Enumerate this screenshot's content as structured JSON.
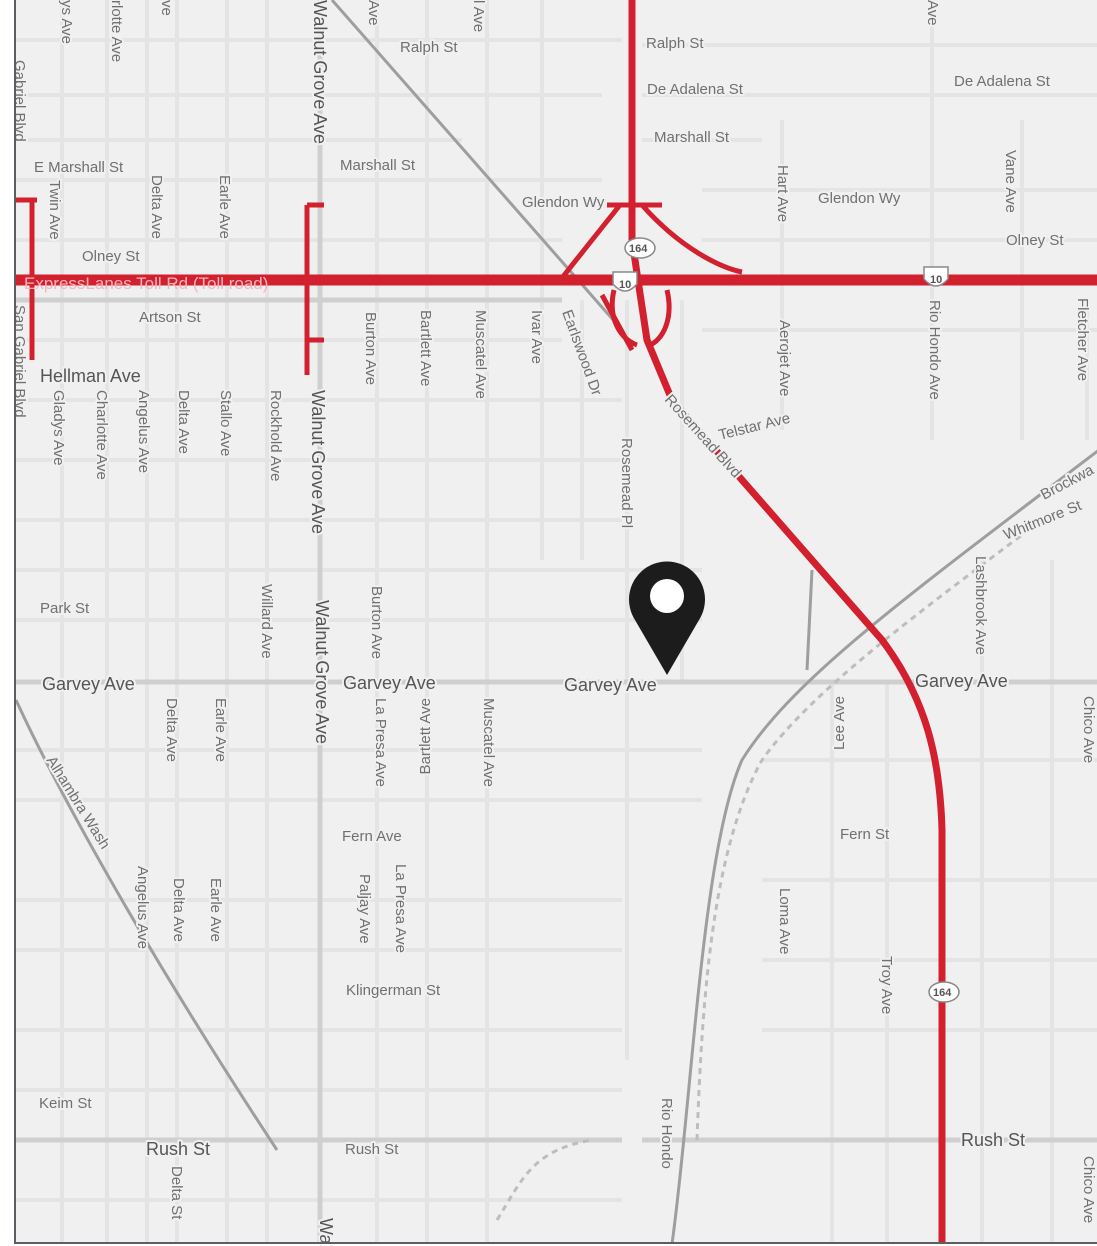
{
  "map": {
    "colors": {
      "background": "#f0f0f0",
      "minor_road": "#e3e3e3",
      "major_road": "#c8c8c8",
      "rail": "#9a9a9a",
      "freeway": "#d2202f",
      "label": "#707070",
      "marker": "#1c1c1c"
    },
    "streets": {
      "ralph_st_left": "Ralph St",
      "ralph_st_right": "Ralph St",
      "de_adalena_left": "De Adalena St",
      "de_adalena_right": "De Adalena St",
      "marshall_st_right": "Marshall St",
      "marshall_st_mid": "Marshall St",
      "e_marshall_st": "E Marshall St",
      "glendon_wy_left": "Glendon Wy",
      "glendon_wy_right": "Glendon Wy",
      "olney_st_left": "Olney St",
      "olney_st_right": "Olney St",
      "artson_st": "Artson St",
      "hellman_ave": "Hellman Ave",
      "telstar_ave": "Telstar Ave",
      "rosemead_blvd": "Rosemead Blvd",
      "brockway": "Brockwa",
      "whitmore_st": "Whitmore St",
      "park_st": "Park St",
      "garvey_ave_1": "Garvey Ave",
      "garvey_ave_2": "Garvey Ave",
      "garvey_ave_3": "Garvey Ave",
      "garvey_ave_4": "Garvey Ave",
      "alhambra_wash": "Alhambra Wash",
      "fern_ave": "Fern Ave",
      "fern_st": "Fern St",
      "klingerman_st": "Klingerman St",
      "keim_st": "Keim St",
      "rush_st_1": "Rush St",
      "rush_st_2": "Rush St",
      "rush_st_3": "Rush St",
      "rio_hondo": "Rio Hondo",
      "toll_road": "ExpressLanes Toll Rd (Toll road)",
      "vert_gladys_top": "Gladys Ave",
      "vert_charlotte_top": "Charlotte Ave",
      "vert_twin": "Twin Ave",
      "vert_delta_1": "Delta Ave",
      "vert_earle_1": "Earle Ave",
      "vert_walnut_top": "Walnut Grove Ave",
      "vert_burton_1": "Burton Ave",
      "vert_bartlett_1": "Bartlett Ave",
      "vert_muscatel_1": "Muscatel Ave",
      "vert_ivar": "Ivar Ave",
      "vert_earlswood": "Earlswood Dr",
      "vert_rosemead_pl": "Rosemead Pl",
      "vert_hart": "Hart Ave",
      "vert_aerojet": "Aerojet Ave",
      "vert_rio_hondo_ave": "Rio Hondo Ave",
      "vert_vane": "Vane Ave",
      "vert_fletcher": "Fletcher Ave",
      "vert_gladys_2": "Gladys Ave",
      "vert_charlotte_2": "Charlotte Ave",
      "vert_angelus_1": "Angelus Ave",
      "vert_delta_2": "Delta Ave",
      "vert_stallo": "Stallo Ave",
      "vert_rockhold": "Rockhold Ave",
      "vert_walnut_1": "Walnut Grove Ave",
      "vert_walnut_2": "Walnut Grove Ave",
      "vert_willard": "Willard Ave",
      "vert_burton_2": "Burton Ave",
      "vert_la_presa_1": "La Presa Ave",
      "vert_bartlett_2": "Bartlett Ave",
      "vert_muscatel_2": "Muscatel Ave",
      "vert_delta_3": "Delta Ave",
      "vert_earle_2": "Earle Ave",
      "vert_lee": "Lee Ave",
      "vert_lashbrook": "Lashbrook Ave",
      "vert_chico_1": "Chico Ave",
      "vert_chico_2": "Chico Ave",
      "vert_angelus_2": "Angelus Ave",
      "vert_delta_4": "Delta Ave",
      "vert_earle_3": "Earle Ave",
      "vert_paljay": "Paljay Ave",
      "vert_la_presa_2": "La Presa Ave",
      "vert_loma": "Loma Ave",
      "vert_troy": "Troy Ave",
      "vert_delta_st": "Delta St",
      "vert_san_gabriel_blvd": "San Gabriel Blvd",
      "vert_san_gabriel_blvd_top": "Gabriel Blvd",
      "vert_top_1": "ys Ave",
      "vert_top_2": "rlotte Ave",
      "vert_top_3": "ve",
      "vert_top_4": "Ave",
      "vert_top_5": "l Ave",
      "vert_top_6": "Ave",
      "vert_wa": "Wa"
    },
    "shields": {
      "i10_a": "10",
      "i10_b": "10",
      "sr164_a": "164",
      "sr164_b": "164"
    },
    "marker_icon": "map-pin-icon"
  }
}
